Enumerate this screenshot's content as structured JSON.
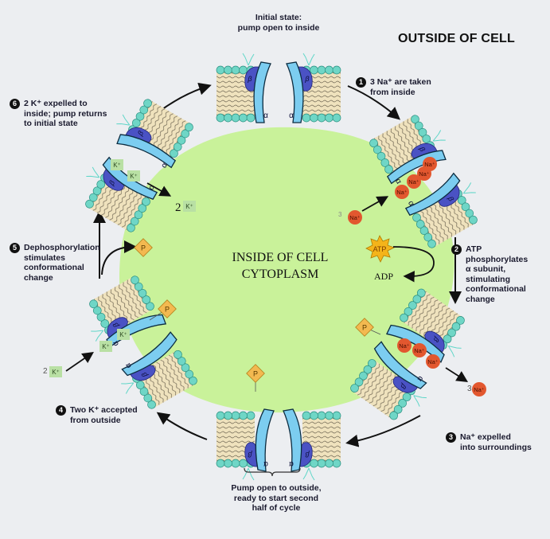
{
  "title": "Sodium-potassium pump cycle",
  "regions": {
    "outside": "OUTSIDE OF CELL",
    "inside_line1": "INSIDE OF CELL",
    "inside_line2": "CYTOPLASM"
  },
  "states": {
    "initial": {
      "line1": "Initial state:",
      "line2": "pump open to inside"
    },
    "open_outside": {
      "line1": "Pump open to outside,",
      "line2": "ready to start second",
      "line3": "half of cycle"
    }
  },
  "steps": [
    {
      "num": "1",
      "line1": "3 Na⁺ are taken",
      "line2": "from inside"
    },
    {
      "num": "2",
      "line1": "ATP",
      "line2": "phosphorylates",
      "line3": "α subunit,",
      "line4": "stimulating",
      "line5": "conformational",
      "line6": "change"
    },
    {
      "num": "3",
      "line1": "Na⁺ expelled",
      "line2": "into surroundings"
    },
    {
      "num": "4",
      "line1": "Two K⁺ accepted",
      "line2": "from outside"
    },
    {
      "num": "5",
      "line1": "Dephosphorylation",
      "line2": "stimulates",
      "line3": "conformational",
      "line4": "change"
    },
    {
      "num": "6",
      "line1": "2 K⁺ expelled to",
      "line2": "inside; pump returns",
      "line3": "to initial state"
    }
  ],
  "molecules": {
    "atp": "ATP",
    "adp": "ADP",
    "phosphate": "P",
    "sodium": "Na⁺",
    "potassium": "K⁺",
    "alpha": "α",
    "beta": "β",
    "three": "3",
    "two": "2"
  },
  "colors": {
    "background": "#eceef1",
    "cytoplasm": "#c9f29a",
    "alpha_subunit": "#7ccdf0",
    "beta_subunit": "#4a52c4",
    "lipid_head": "#6fd6c6",
    "lipid_tail": "#efe2bd",
    "sodium_ion": "#e2572f",
    "potassium_box": "#b9e0a4",
    "phosphate": "#f3b950",
    "atp_star": "#f4b41a"
  }
}
